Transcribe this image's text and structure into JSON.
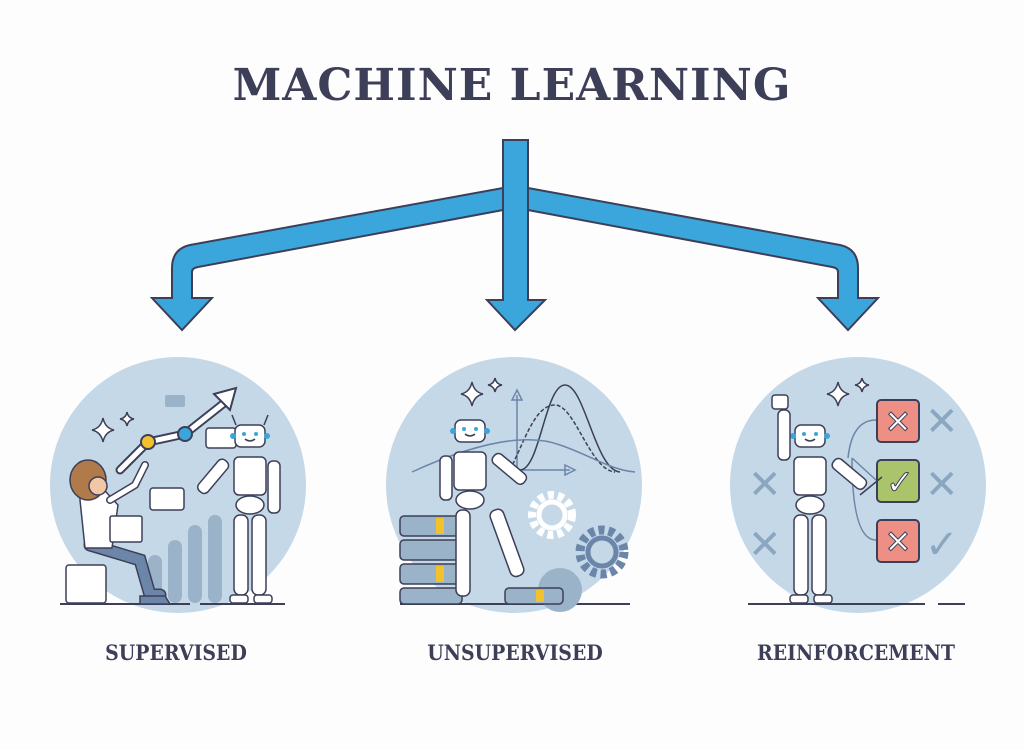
{
  "title": "MACHINE LEARNING",
  "colors": {
    "title": "#3d3f58",
    "arrow": "#3aa6dc",
    "circle": "#c5d8e8",
    "outline": "#3d3f58",
    "wrong": "#ee8f86",
    "right": "#a9c46a",
    "accent_yellow": "#f2c12e",
    "accent_blue": "#3aa6dc"
  },
  "branches": [
    {
      "label": "SUPERVISED",
      "illustration": "person-and-robot-with-growth-arrow"
    },
    {
      "label": "UNSUPERVISED",
      "illustration": "robot-on-servers-with-distribution-curves-and-gears"
    },
    {
      "label": "REINFORCEMENT",
      "illustration": "robot-choosing-correct-checkbox"
    }
  ],
  "reinforcement_boxes": [
    "x",
    "check",
    "x"
  ]
}
